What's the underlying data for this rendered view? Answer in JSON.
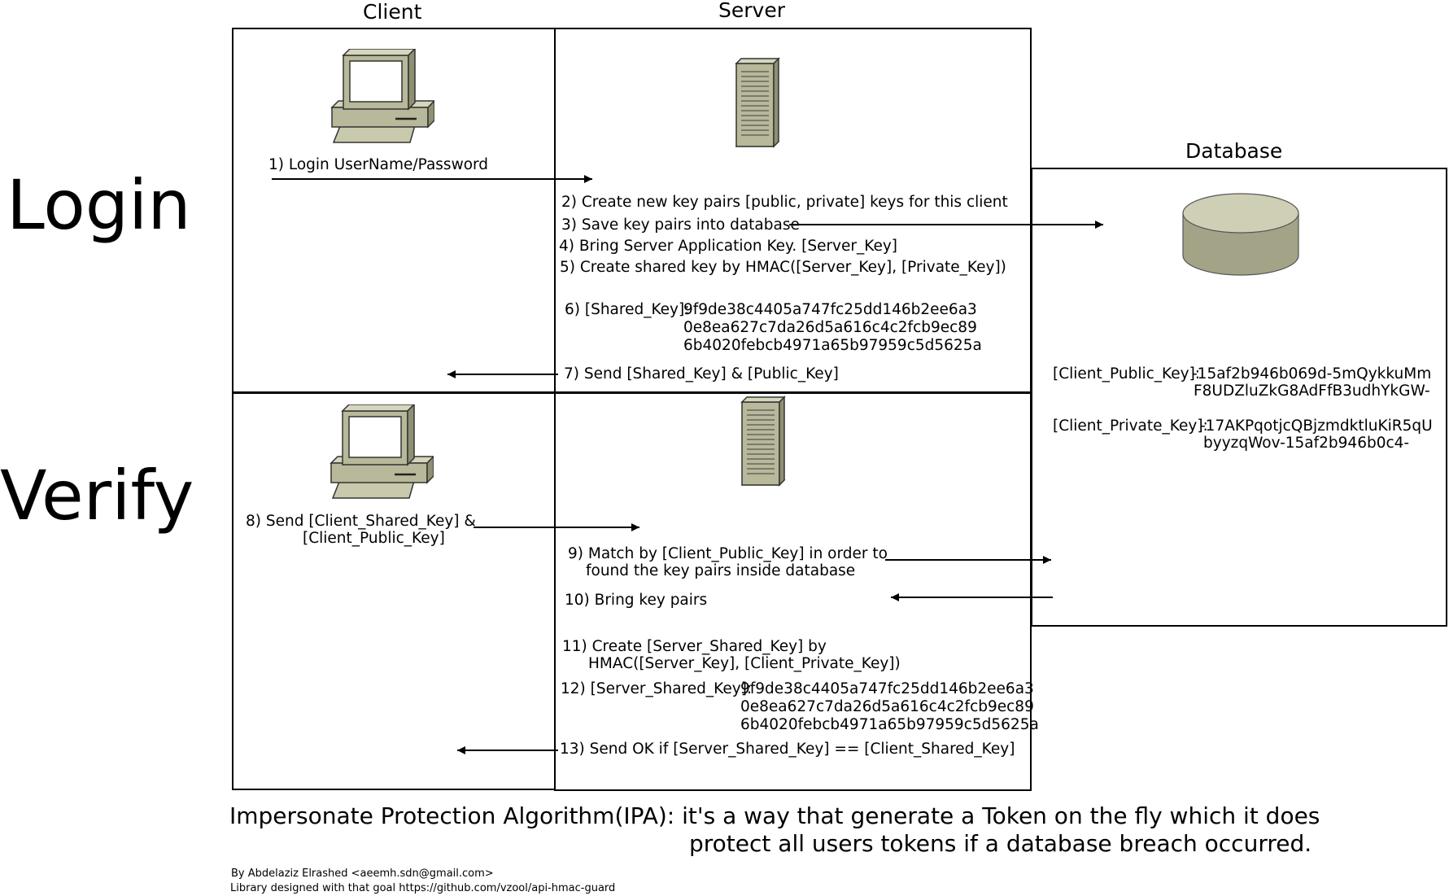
{
  "headers": {
    "client": "Client",
    "server": "Server",
    "database": "Database"
  },
  "phases": {
    "login": "Login",
    "verify": "Verify"
  },
  "login_steps": {
    "s1": "1) Login UserName/Password",
    "s2": "2) Create new key pairs [public, private] keys for this client",
    "s3": "3) Save key pairs into database",
    "s4": "4) Bring Server Application Key. [Server_Key]",
    "s5": "5) Create shared key by HMAC([Server_Key], [Private_Key])",
    "s6_label": "6) [Shared_Key]:",
    "s6_lines": [
      "9f9de38c4405a747fc25dd146b2ee6a3",
      "0e8ea627c7da26d5a616c4c2fcb9ec89",
      "6b4020febcb4971a65b97959c5d5625a"
    ],
    "s7": "7) Send [Shared_Key] & [Public_Key]"
  },
  "verify_steps": {
    "s8_line1": "8) Send [Client_Shared_Key] &",
    "s8_line2": "[Client_Public_Key]",
    "s9_line1": "9) Match by [Client_Public_Key] in order to",
    "s9_line2": "found the key pairs inside database",
    "s10": "10) Bring key pairs",
    "s11_line1": "11) Create [Server_Shared_Key] by",
    "s11_line2": "HMAC([Server_Key], [Client_Private_Key])",
    "s12_label": "12) [Server_Shared_Key]:",
    "s12_lines": [
      "9f9de38c4405a747fc25dd146b2ee6a3",
      "0e8ea627c7da26d5a616c4c2fcb9ec89",
      "6b4020febcb4971a65b97959c5d5625a"
    ],
    "s13": "13) Send OK if [Server_Shared_Key] == [Client_Shared_Key]"
  },
  "database": {
    "public_label": "[Client_Public_Key]:",
    "public_lines": [
      "-15af2b946b069d-5mQykkuMm",
      "F8UDZluZkG8AdFfB3udhYkGW-"
    ],
    "private_label": "[Client_Private_Key]:",
    "private_lines": [
      "-17AKPqotjcQBjzmdktluKiR5qU",
      "byyzqWov-15af2b946b0c4-"
    ]
  },
  "caption": {
    "line1": "Impersonate Protection Algorithm(IPA): it's a way that generate a Token on the fly which it does",
    "line2": "protect all users tokens if a database breach occurred."
  },
  "footer": {
    "author": "By Abdelaziz Elrashed <aeemh.sdn@gmail.com>",
    "library": "Library designed with that goal https://github.com/vzool/api-hmac-guard"
  },
  "icons": [
    "computer-icon",
    "server-icon",
    "database-icon"
  ],
  "colors": {
    "device_fill": "#b8b89a",
    "device_dark": "#8f8f72",
    "line": "#000000"
  }
}
